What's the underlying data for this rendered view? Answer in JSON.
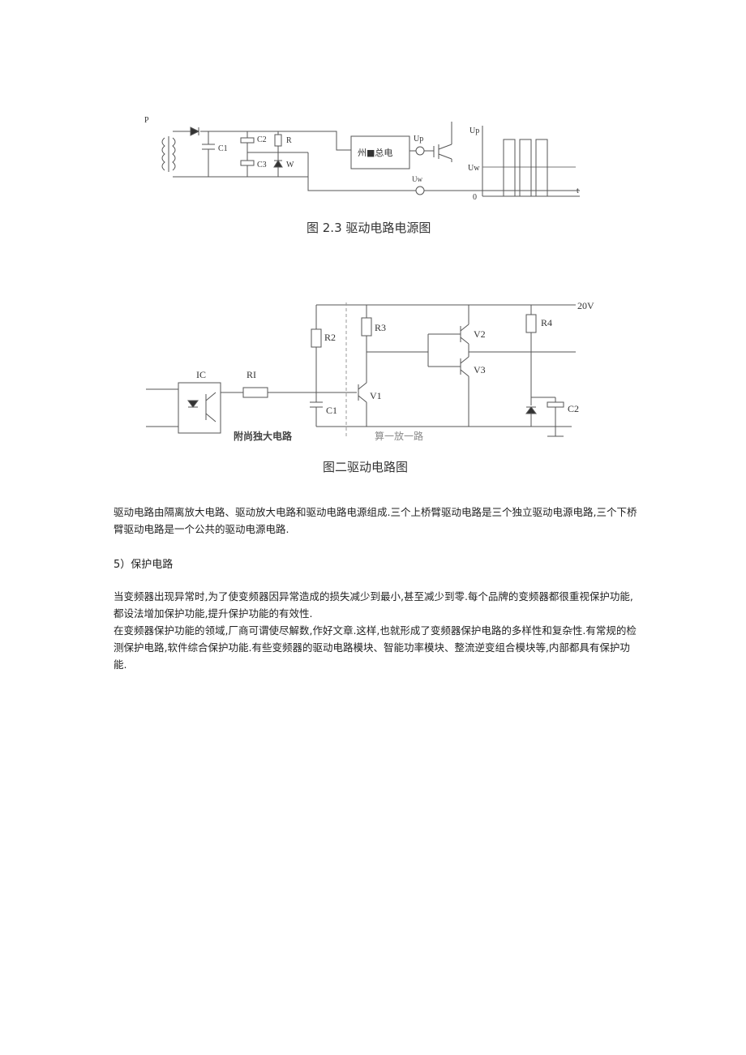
{
  "figure1": {
    "label_p": "P",
    "labels": {
      "c1": "C1",
      "c2": "C2",
      "c3": "C3",
      "r": "R",
      "w": "W",
      "box": "州■总电",
      "up_node": "Up",
      "uw_node": "Uw",
      "graph_up": "Up",
      "graph_uw": "Uw",
      "graph_zero": "0",
      "graph_t": "t"
    },
    "caption": "图 2.3 驱动电路电源图"
  },
  "figure2": {
    "labels": {
      "v20": "20V",
      "r2": "R2",
      "r3": "R3",
      "r4": "R4",
      "ic": "IC",
      "r1": "RI",
      "c1": "C1",
      "v1": "V1",
      "v2": "V2",
      "v3": "V3",
      "c2": "C2",
      "stage_left": "附尚独大电路",
      "stage_right": "算一放一路"
    },
    "caption": "图二驱动电路图"
  },
  "body": {
    "para1": "驱动电路由隔离放大电路、驱动放大电路和驱动电路电源组成.三个上桥臂驱动电路是三个独立驱动电源电路,三个下桥臂驱动电路是一个公共的驱动电源电路.",
    "section_title": "5）保护电路",
    "para2": "当变频器出现异常时,为了使变频器因异常造成的损失减少到最小,甚至减少到零.每个品牌的变频器都很重视保护功能,都设法增加保护功能,提升保护功能的有效性.",
    "para3": "在变频器保护功能的领域,厂商可谓使尽解数,作好文章.这样,也就形成了变频器保护电路的多样性和复杂性.有常规的检测保护电路,软件综合保护功能.有些变频器的驱动电路模块、智能功率模块、整流逆变组合模块等,内部都具有保护功能."
  }
}
